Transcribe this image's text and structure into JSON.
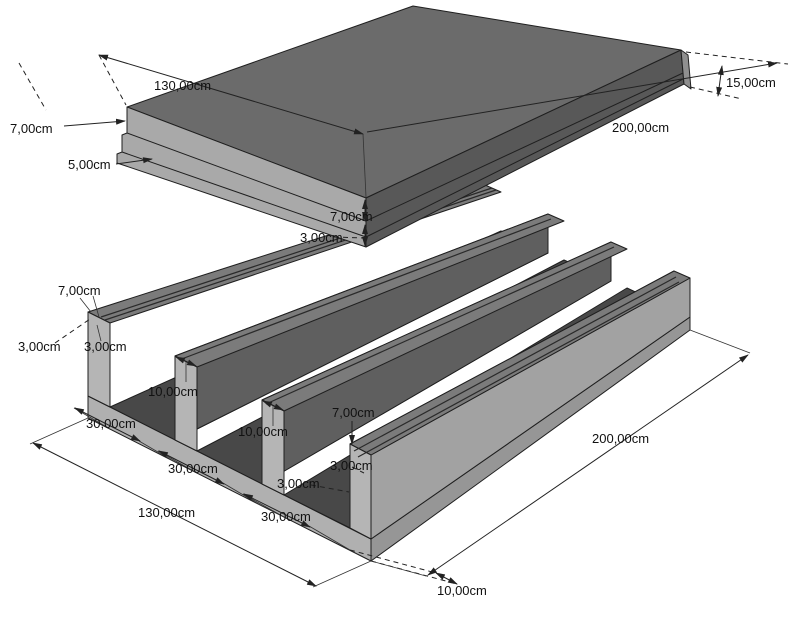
{
  "drawing": {
    "kind": "isometric-technical-drawing",
    "units": "cm",
    "description": "Ribbed slab formwork: upper cover slab and lower ribbed pan unit with dimension annotations"
  },
  "labels": {
    "slab_width": "130,00cm",
    "slab_length": "200,00cm",
    "slab_thickness": "15,00cm",
    "slab_step_top_left": "7,00cm",
    "slab_step_mid_left": "5,00cm",
    "slab_step_top_right": "7,00cm",
    "slab_step_bottom_right": "3,00cm",
    "wall1_lip_height": "7,00cm",
    "wall1_lip_a": "3,00cm",
    "wall1_lip_b": "3,00cm",
    "rib2_width": "10,00cm",
    "rib3_width": "10,00cm",
    "gap1": "30,00cm",
    "gap2": "30,00cm",
    "gap3": "30,00cm",
    "unit_width": "130,00cm",
    "wall4_lip_height": "7,00cm",
    "wall4_lip_a": "3,00cm",
    "wall4_lip_b": "3,00cm",
    "unit_length": "200,00cm",
    "rib4_width": "10,00cm"
  },
  "colors": {
    "background": "#ffffff",
    "outline": "#1f1f1f",
    "slab_top": "#6b6b6b",
    "slab_side_right": "#585858",
    "slab_side_left": "#a9a9a9",
    "slab_end_right": "#8f8f8f",
    "wall_top": "#7b7b7b",
    "wall_end": "#b5b5b5",
    "wall_inner": "#5f5f5f",
    "floor": "#484848",
    "wall4_right": "#a2a2a2",
    "base_front": "#b0b0b0",
    "base_right": "#969696"
  }
}
